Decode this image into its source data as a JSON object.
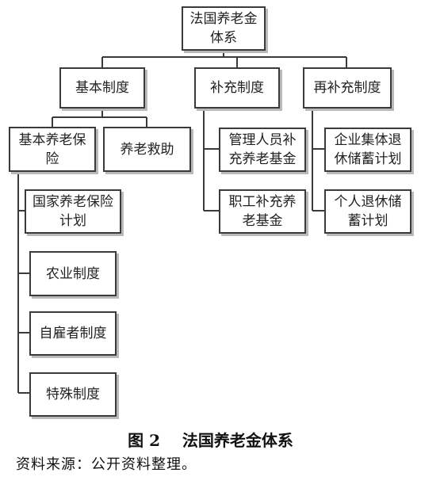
{
  "diagram": {
    "root": "法国养老金\n体系",
    "branches": [
      {
        "label": "基本制度"
      },
      {
        "label": "补充制度"
      },
      {
        "label": "再补充制度"
      }
    ],
    "basic_children": [
      {
        "label": "基本养老保\n险"
      },
      {
        "label": "养老救助"
      }
    ],
    "basic_insurance_children": [
      {
        "label": "国家养老保险\n计划"
      },
      {
        "label": "农业制度"
      },
      {
        "label": "自雇者制度"
      },
      {
        "label": "特殊制度"
      }
    ],
    "supplementary_children": [
      {
        "label": "管理人员补\n充养老基金"
      },
      {
        "label": "职工补充养\n老基金"
      }
    ],
    "resupplementary_children": [
      {
        "label": "企业集体退\n休储蓄计划"
      },
      {
        "label": "个人退休储\n蓄计划"
      }
    ]
  },
  "caption": "图 2    法国养老金体系",
  "source": "资料来源：公开资料整理。"
}
